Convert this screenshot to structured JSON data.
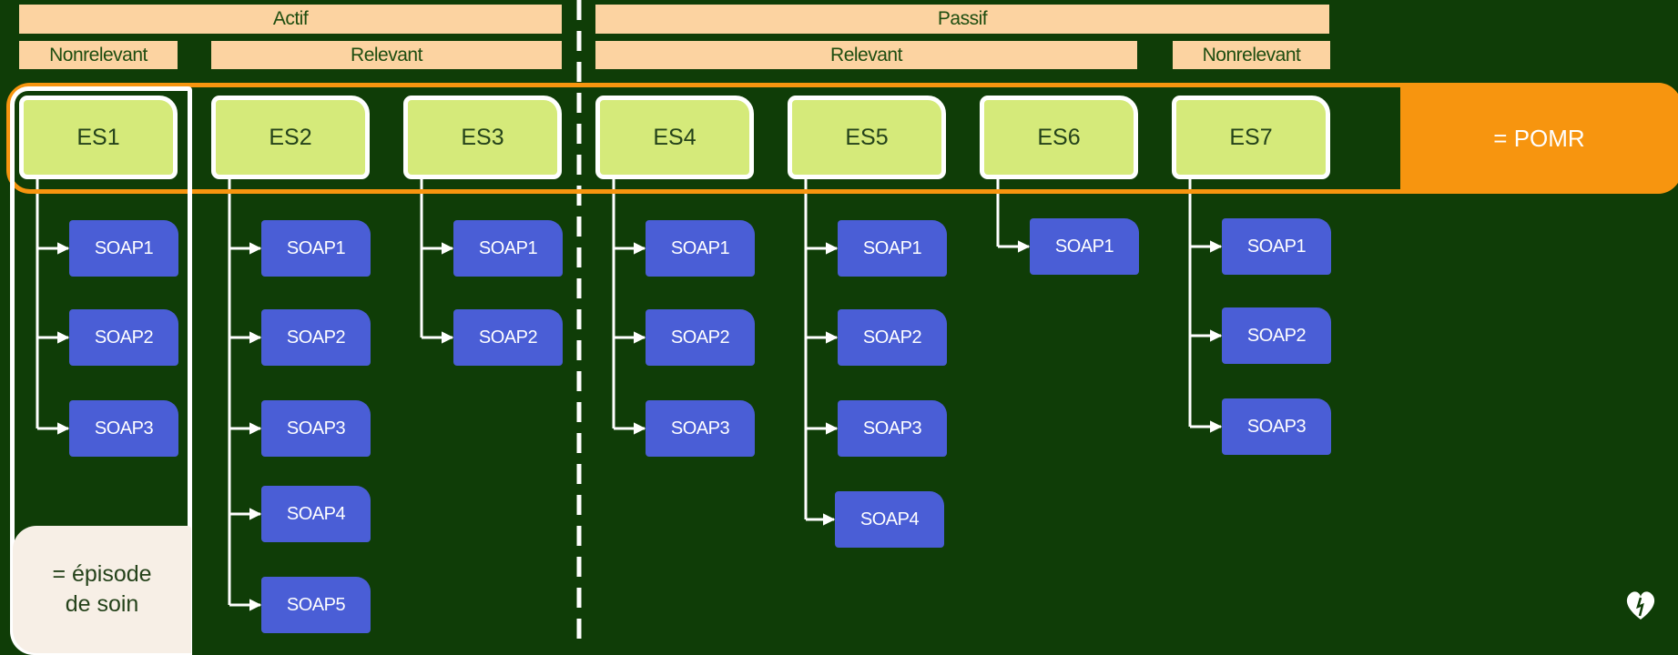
{
  "top_groups": [
    {
      "label": "Actif"
    },
    {
      "label": "Passif"
    }
  ],
  "sub_groups": [
    {
      "label": "Nonrelevant"
    },
    {
      "label": "Relevant"
    },
    {
      "label": "Relevant"
    },
    {
      "label": "Nonrelevant"
    }
  ],
  "episodes": [
    {
      "label": "ES1",
      "soaps": [
        "SOAP1",
        "SOAP2",
        "SOAP3"
      ]
    },
    {
      "label": "ES2",
      "soaps": [
        "SOAP1",
        "SOAP2",
        "SOAP3",
        "SOAP4",
        "SOAP5"
      ]
    },
    {
      "label": "ES3",
      "soaps": [
        "SOAP1",
        "SOAP2"
      ]
    },
    {
      "label": "ES4",
      "soaps": [
        "SOAP1",
        "SOAP2",
        "SOAP3"
      ]
    },
    {
      "label": "ES5",
      "soaps": [
        "SOAP1",
        "SOAP2",
        "SOAP3",
        "SOAP4"
      ]
    },
    {
      "label": "ES6",
      "soaps": [
        "SOAP1"
      ]
    },
    {
      "label": "ES7",
      "soaps": [
        "SOAP1",
        "SOAP2",
        "SOAP3"
      ]
    }
  ],
  "pomr_label": "= POMR",
  "episode_label": {
    "line1": "= épisode",
    "line2": "de soin"
  },
  "logo_icon": "heart-logo-icon",
  "colors": {
    "background": "#0f3d07",
    "header": "#fcd3a1",
    "episode_box": "#d5ea7a",
    "soap_box": "#4a5ed6",
    "pomr": "#f7950f",
    "episode_legend": "#f7efe6"
  }
}
